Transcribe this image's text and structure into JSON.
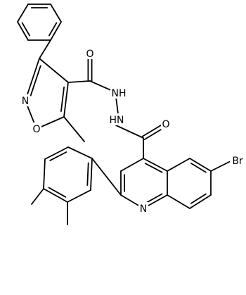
{
  "image": {
    "type": "chemical structure diagram",
    "atom_labels": {
      "n_isoxazole": "N",
      "o_isoxazole": "O",
      "o_amide_top": "O",
      "nh_1": "NH",
      "nh_2": "HN",
      "o_amide_bottom": "O",
      "br": "Br",
      "n_quinoline": "N"
    }
  }
}
